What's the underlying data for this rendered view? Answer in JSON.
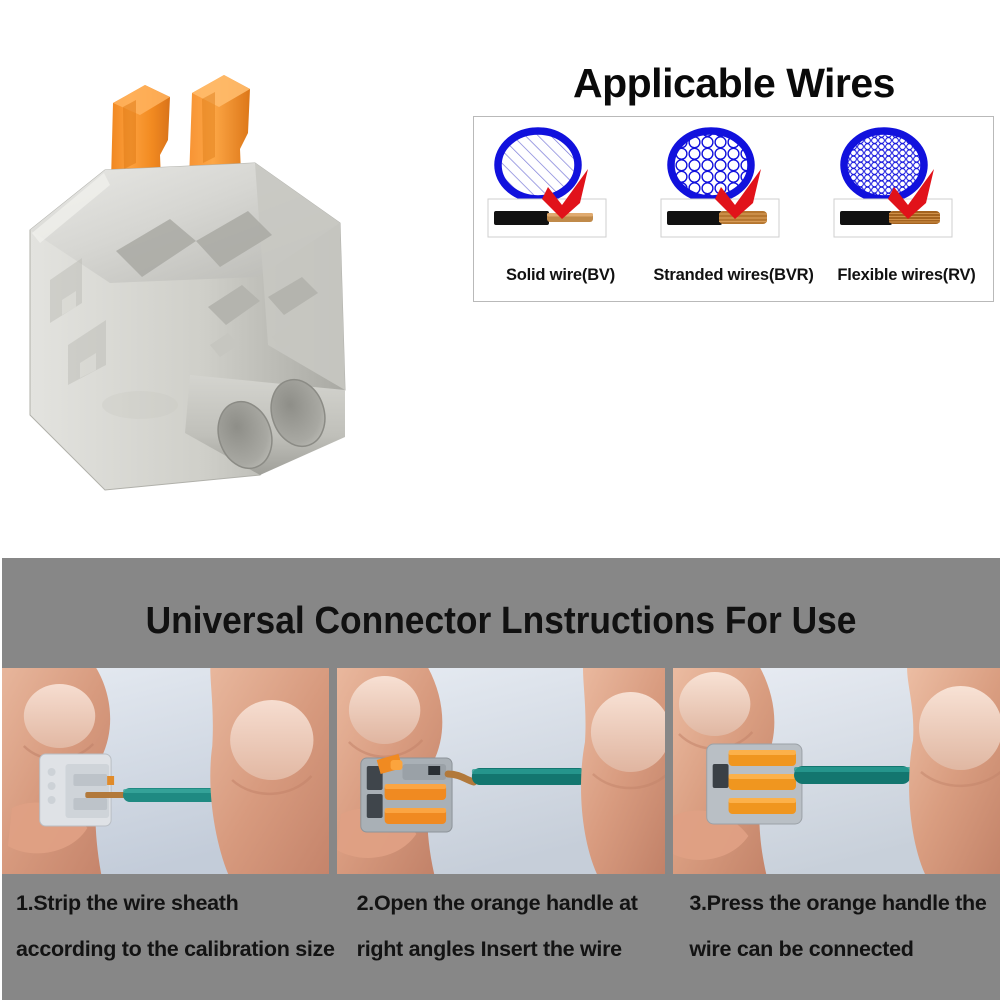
{
  "top": {
    "product": {
      "name": "2-port lever wire connector",
      "body_color": "#c9c9c4",
      "lever_color": "#f58220"
    },
    "wires_panel": {
      "title": "Applicable Wires",
      "border_color": "#b9b9b9",
      "circle_color": "#1111dd",
      "check_color": "#e1121a",
      "items": [
        {
          "label": "Solid wire(BV)",
          "pattern": "diagonal-hatch",
          "icon": "solid-wire-cross-section-icon",
          "check": "red-check-icon",
          "sheath_color": "#0d0d0d",
          "conductor_color": "#c08a4a"
        },
        {
          "label": "Stranded wires(BVR)",
          "pattern": "medium-circles",
          "icon": "stranded-wire-cross-section-icon",
          "check": "red-check-icon",
          "sheath_color": "#0d0d0d",
          "conductor_color": "#b5762f"
        },
        {
          "label": "Flexible wires(RV)",
          "pattern": "fine-circles",
          "icon": "flexible-wire-cross-section-icon",
          "check": "red-check-icon",
          "sheath_color": "#0d0d0d",
          "conductor_color": "#a4631f"
        }
      ]
    }
  },
  "bottom": {
    "background_color": "#878787",
    "title": "Universal Connector Lnstructions For Use",
    "steps": [
      {
        "photo_name": "step-1-photo-strip-wire",
        "line1": "1.Strip the wire sheath",
        "line2": "according to the calibration size",
        "wire_color": "#1f8a82",
        "connector_color": "#d2d5d8"
      },
      {
        "photo_name": "step-2-photo-open-handle",
        "line1": "2.Open the orange handle at",
        "line2": "right angles Insert the wire",
        "wire_color": "#13766f",
        "connector_color": "#9aa0a6"
      },
      {
        "photo_name": "step-3-photo-press-handle",
        "line1": "3.Press the orange handle the",
        "line2": "wire can be connected",
        "wire_color": "#13766f",
        "connector_color": "#b6bbc0"
      }
    ]
  }
}
